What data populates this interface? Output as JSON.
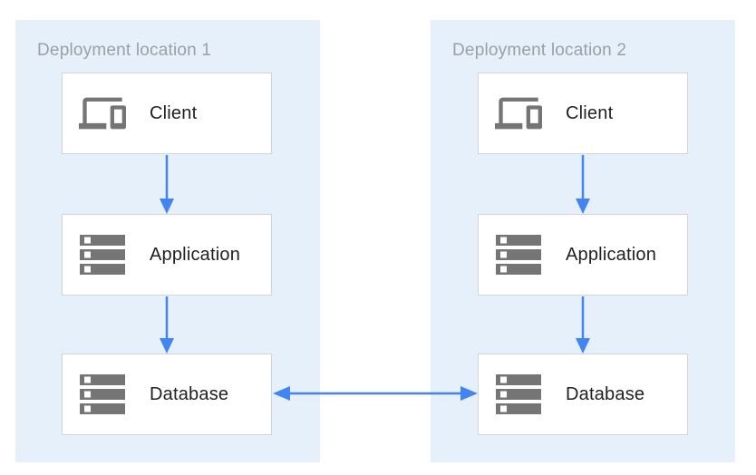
{
  "diagram": {
    "type": "architecture-diagram",
    "panels": [
      {
        "title": "Deployment location 1",
        "nodes": [
          {
            "label": "Client",
            "icon": "devices-icon"
          },
          {
            "label": "Application",
            "icon": "server-stack-icon"
          },
          {
            "label": "Database",
            "icon": "server-stack-icon"
          }
        ]
      },
      {
        "title": "Deployment location 2",
        "nodes": [
          {
            "label": "Client",
            "icon": "devices-icon"
          },
          {
            "label": "Application",
            "icon": "server-stack-icon"
          },
          {
            "label": "Database",
            "icon": "server-stack-icon"
          }
        ]
      }
    ],
    "connections": [
      {
        "from": "Client (location 1)",
        "to": "Application (location 1)",
        "type": "arrow-down"
      },
      {
        "from": "Application (location 1)",
        "to": "Database (location 1)",
        "type": "arrow-down"
      },
      {
        "from": "Client (location 2)",
        "to": "Application (location 2)",
        "type": "arrow-down"
      },
      {
        "from": "Application (location 2)",
        "to": "Database (location 2)",
        "type": "arrow-down"
      },
      {
        "from": "Database (location 1)",
        "to": "Database (location 2)",
        "type": "arrow-bidirectional"
      }
    ],
    "colors": {
      "panel_background": "#e6f0fb",
      "node_background": "#ffffff",
      "node_border": "#d2d4d6",
      "arrow": "#4284f4",
      "icon": "#757575",
      "panel_title_text": "#9aa0a6",
      "node_label_text": "#212121",
      "page_background": "#ffffff"
    }
  }
}
